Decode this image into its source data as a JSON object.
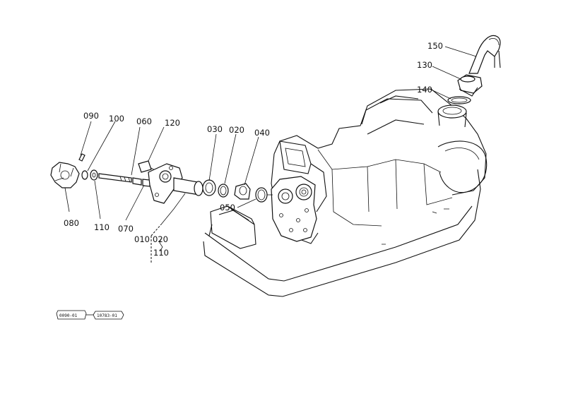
{
  "callouts": {
    "p090": "090",
    "p100": "100",
    "p060": "060",
    "p120": "120",
    "p030": "030",
    "p020": "020",
    "p040": "040",
    "p150": "150",
    "p130": "130",
    "p140": "140",
    "p050": "050",
    "p080": "080",
    "p110": "110",
    "p070": "070",
    "p010": "010",
    "p020b": "020",
    "p110b": "110"
  },
  "refs": {
    "ref_a": "0090-01",
    "ref_b": "10783-01"
  }
}
